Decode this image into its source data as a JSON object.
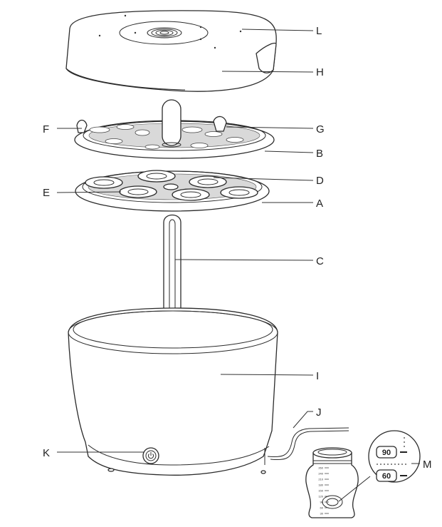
{
  "diagram": {
    "labels": {
      "L": "L",
      "H": "H",
      "F": "F",
      "G": "G",
      "B": "B",
      "D": "D",
      "E": "E",
      "A": "A",
      "C": "C",
      "I": "I",
      "J": "J",
      "K": "K",
      "M": "M"
    },
    "bottle_scale": [
      "30",
      "60",
      "90",
      "120",
      "150",
      "180",
      "210",
      "240",
      "260"
    ],
    "zoom_marks": {
      "upper": "90",
      "lower": "60"
    }
  }
}
